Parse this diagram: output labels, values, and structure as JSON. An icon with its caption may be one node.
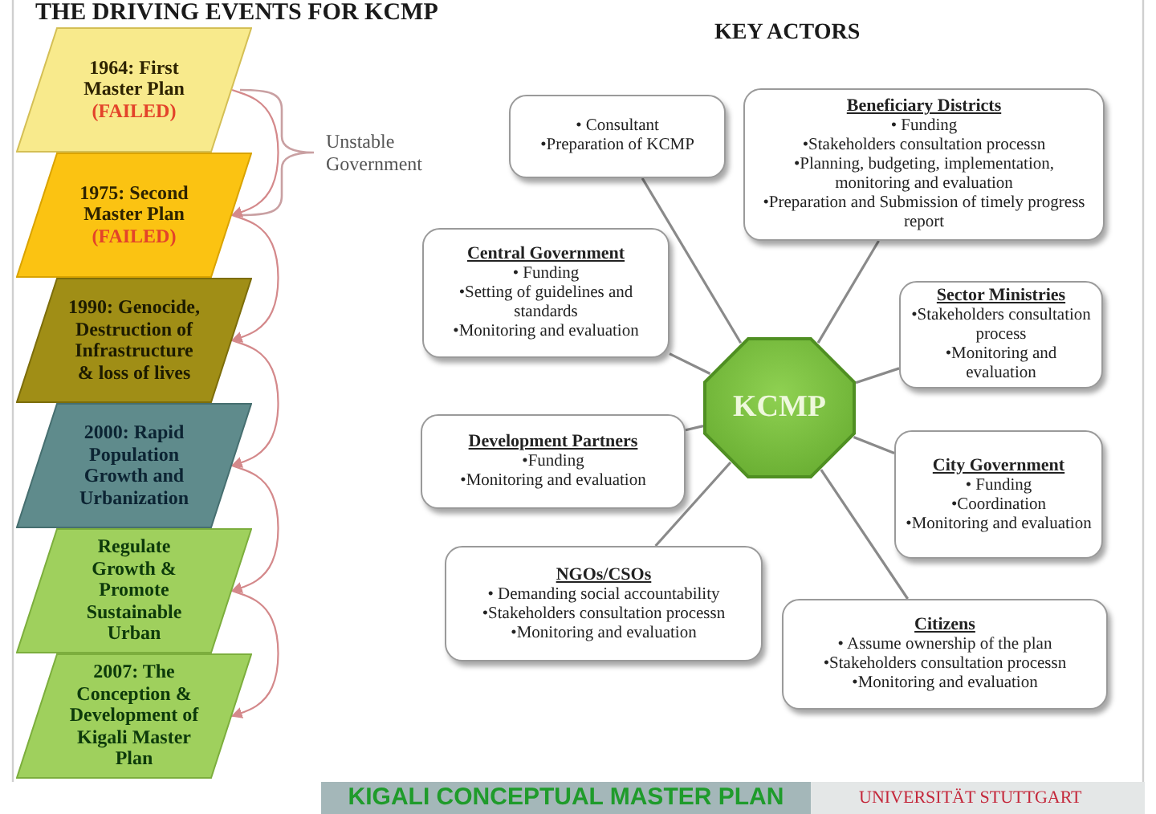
{
  "diagram": {
    "title": "THE DRIVING EVENTS FOR KCMP",
    "nodes": [
      {
        "text": [
          "1964: First Master Plan",
          "(FAILED)"
        ]
      },
      {
        "text": [
          "1975: Second Master Plan",
          "(FAILED)"
        ]
      },
      {
        "text": [
          "1990: Genocide, Destruction of Infrastructure & loss of lives"
        ]
      },
      {
        "text": [
          "2000: Rapid Population Growth and Urbanization"
        ]
      },
      {
        "text": [
          "Regulate Growth & Promote Sustainable Urban"
        ]
      },
      {
        "text": [
          "2007: The Conception & Development of Kigali Master Plan"
        ]
      },
      {
        "text": [
          "• Consultant",
          "•Preparation of KCMP"
        ]
      },
      {
        "text": [
          "Beneficiary Districts",
          "• Funding",
          "•Stakeholders consultation processn",
          "•Planning, budgeting, implementation, monitoring and evaluation",
          "•Preparation and Submission of timely progress report"
        ]
      },
      {
        "text": [
          "Central Government",
          "• Funding",
          "•Setting of guidelines and standards",
          "•Monitoring and evaluation"
        ]
      },
      {
        "text": [
          "Sector Ministries",
          "•Stakeholders consultation process",
          "•Monitoring and evaluation"
        ]
      },
      {
        "text": [
          "KCMP"
        ]
      },
      {
        "text": [
          "Development Partners",
          "•Funding",
          "•Monitoring and evaluation"
        ]
      },
      {
        "text": [
          "City Government",
          "• Funding",
          "•Coordination",
          "•Monitoring and evaluation"
        ]
      },
      {
        "text": [
          "NGOs/CSOs",
          "• Demanding social accountability",
          "•Stakeholders consultation processn",
          "•Monitoring and evaluation"
        ]
      },
      {
        "text": [
          "Citizens",
          "• Assume ownership of the plan",
          "•Stakeholders consultation processn",
          "•Monitoring and evaluation"
        ]
      }
    ],
    "edges": [
      {
        "from": 0,
        "to": 1,
        "arrow": "to",
        "color": "#d4898b"
      },
      {
        "from": 1,
        "to": 2,
        "arrow": "to",
        "color": "#d4898b"
      },
      {
        "from": 2,
        "to": 3,
        "arrow": "to",
        "color": "#d4898b"
      },
      {
        "from": 3,
        "to": 4,
        "arrow": "to",
        "color": "#d4898b"
      },
      {
        "from": 4,
        "to": 5,
        "arrow": "to",
        "color": "#d4898b"
      },
      {
        "from": 6,
        "to": 10,
        "arrow": "none"
      },
      {
        "from": 7,
        "to": 10,
        "arrow": "none"
      },
      {
        "from": 8,
        "to": 10,
        "arrow": "none"
      },
      {
        "from": 9,
        "to": 10,
        "arrow": "none"
      },
      {
        "from": 11,
        "to": 10,
        "arrow": "none"
      },
      {
        "from": 12,
        "to": 10,
        "arrow": "none"
      },
      {
        "from": 13,
        "to": 10,
        "arrow": "none"
      },
      {
        "from": 14,
        "to": 10,
        "arrow": "none"
      }
    ],
    "labels": [
      "KEY ACTORS",
      "Unstable Government",
      "KIGALI CONCEPTUAL MASTER PLAN",
      "UNIVERSITÄT STUTTGART"
    ]
  }
}
